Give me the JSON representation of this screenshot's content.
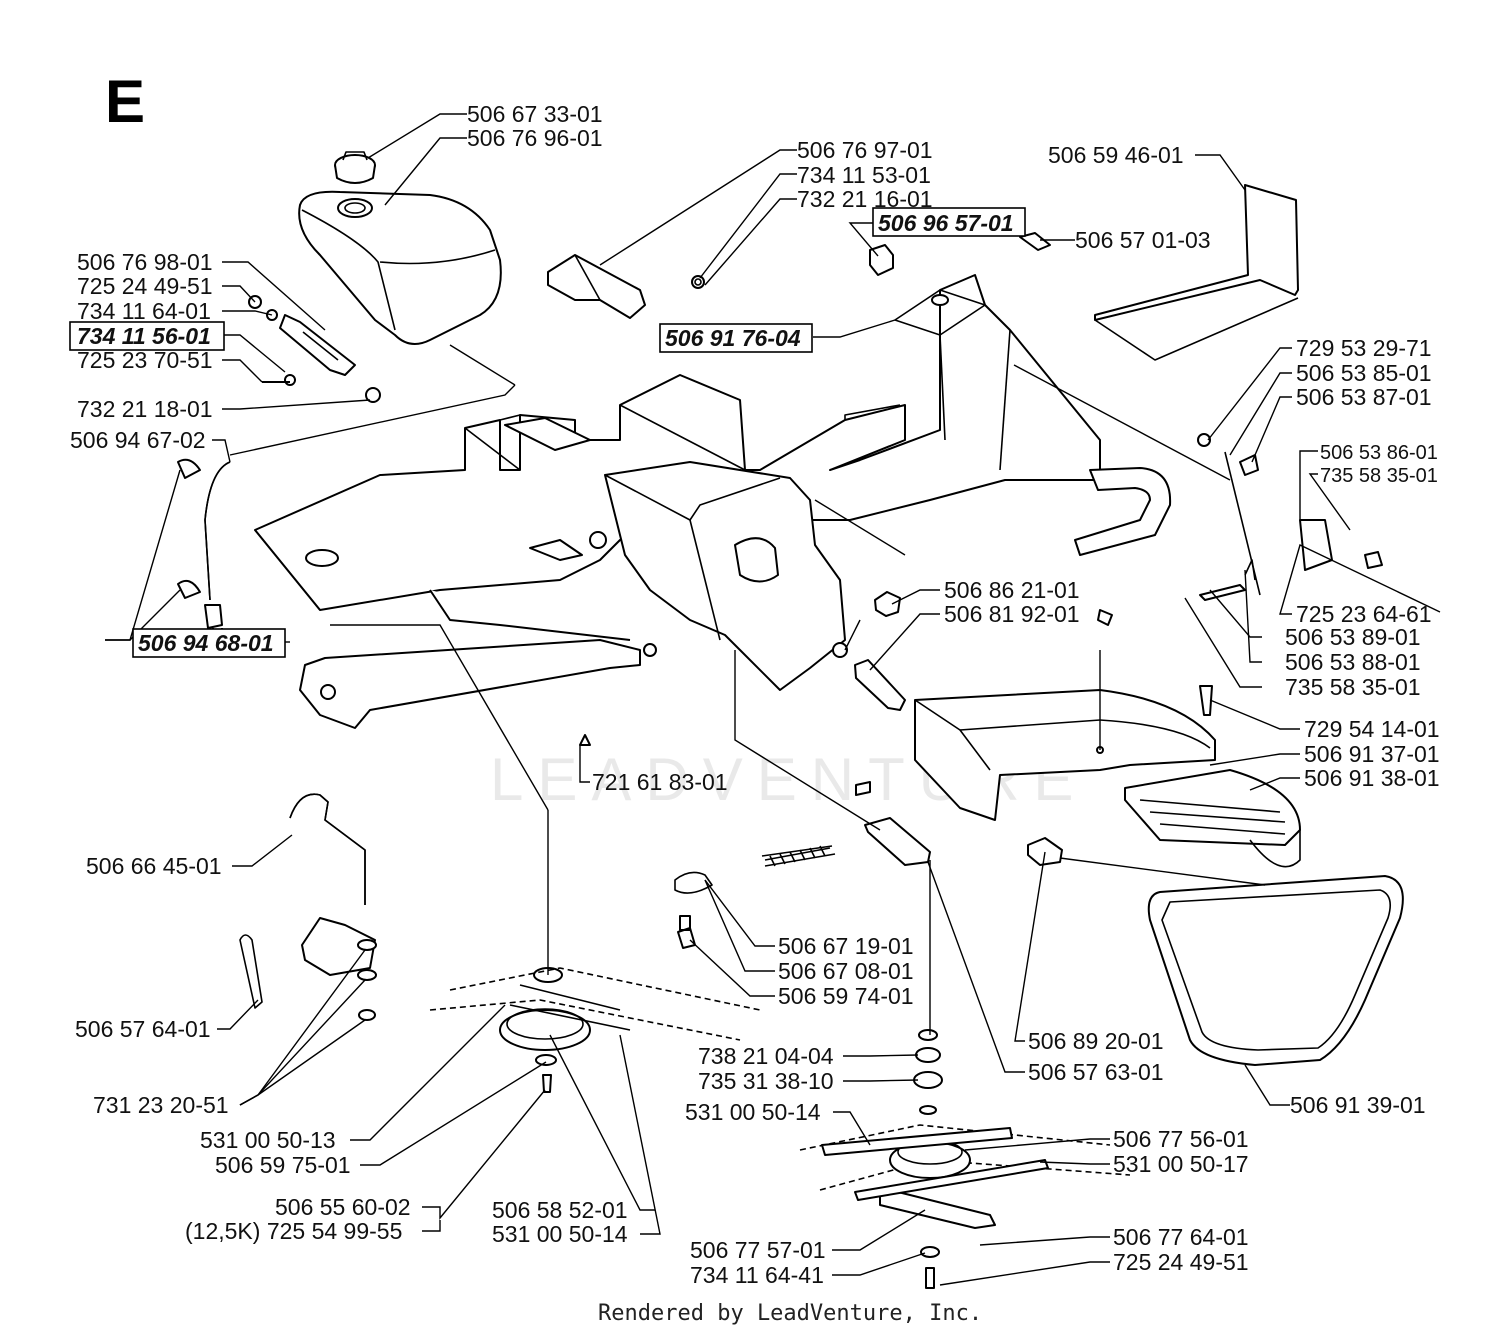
{
  "section_letter": "E",
  "footer": "Rendered by LeadVenture, Inc.",
  "watermark": "LEADVENTURE",
  "labels": [
    {
      "id": "l1",
      "text": "506 67 33-01",
      "boxed": false
    },
    {
      "id": "l2",
      "text": "506 76 96-01",
      "boxed": false
    },
    {
      "id": "l3",
      "text": "506 76 97-01",
      "boxed": false
    },
    {
      "id": "l4",
      "text": "734 11 53-01",
      "boxed": false
    },
    {
      "id": "l5",
      "text": "732 21 16-01",
      "boxed": false
    },
    {
      "id": "l6",
      "text": "506 96 57-01",
      "boxed": true
    },
    {
      "id": "l7",
      "text": "506 59 46-01",
      "boxed": false
    },
    {
      "id": "l8",
      "text": "506 57 01-03",
      "boxed": false
    },
    {
      "id": "l9",
      "text": "506 76 98-01",
      "boxed": false
    },
    {
      "id": "l10",
      "text": "725 24 49-51",
      "boxed": false
    },
    {
      "id": "l11",
      "text": "734 11 64-01",
      "boxed": false
    },
    {
      "id": "l12",
      "text": "734 11 56-01",
      "boxed": true
    },
    {
      "id": "l13",
      "text": "725 23 70-51",
      "boxed": false
    },
    {
      "id": "l14",
      "text": "506 91 76-04",
      "boxed": true
    },
    {
      "id": "l15",
      "text": "732 21 18-01",
      "boxed": false
    },
    {
      "id": "l16",
      "text": "506 94 67-02",
      "boxed": false
    },
    {
      "id": "l17",
      "text": "729 53 29-71",
      "boxed": false
    },
    {
      "id": "l18",
      "text": "506 53 85-01",
      "boxed": false
    },
    {
      "id": "l19",
      "text": "506 53 87-01",
      "boxed": false
    },
    {
      "id": "l20",
      "text": "506 53 86-01",
      "boxed": false
    },
    {
      "id": "l21",
      "text": "735 58 35-01",
      "boxed": false
    },
    {
      "id": "l22",
      "text": "506 86 21-01",
      "boxed": false
    },
    {
      "id": "l23",
      "text": "506 81 92-01",
      "boxed": false
    },
    {
      "id": "l24",
      "text": "725 23 64-61",
      "boxed": false
    },
    {
      "id": "l25",
      "text": "506 53 89-01",
      "boxed": false
    },
    {
      "id": "l26",
      "text": "506 53 88-01",
      "boxed": false
    },
    {
      "id": "l27",
      "text": "735 58 35-01",
      "boxed": false
    },
    {
      "id": "l28",
      "text": "506 94 68-01",
      "boxed": true
    },
    {
      "id": "l29",
      "text": "729 54 14-01",
      "boxed": false
    },
    {
      "id": "l30",
      "text": "506 91 37-01",
      "boxed": false
    },
    {
      "id": "l31",
      "text": "506 91 38-01",
      "boxed": false
    },
    {
      "id": "l32",
      "text": "721 61 83-01",
      "boxed": false
    },
    {
      "id": "l33",
      "text": "506 66 45-01",
      "boxed": false
    },
    {
      "id": "l34",
      "text": "506 67 19-01",
      "boxed": false
    },
    {
      "id": "l35",
      "text": "506 67 08-01",
      "boxed": false
    },
    {
      "id": "l36",
      "text": "506 59 74-01",
      "boxed": false
    },
    {
      "id": "l37",
      "text": "506 57 64-01",
      "boxed": false
    },
    {
      "id": "l38",
      "text": "506 89 20-01",
      "boxed": false
    },
    {
      "id": "l39",
      "text": "738 21 04-04",
      "boxed": false
    },
    {
      "id": "l40",
      "text": "506 57 63-01",
      "boxed": false
    },
    {
      "id": "l41",
      "text": "735 31 38-10",
      "boxed": false
    },
    {
      "id": "l42",
      "text": "731 23 20-51",
      "boxed": false
    },
    {
      "id": "l43",
      "text": "506 91 39-01",
      "boxed": false
    },
    {
      "id": "l44",
      "text": "531 00 50-14",
      "boxed": false
    },
    {
      "id": "l45",
      "text": "531 00 50-13",
      "boxed": false
    },
    {
      "id": "l46",
      "text": "506 77 56-01",
      "boxed": false
    },
    {
      "id": "l47",
      "text": "506 59 75-01",
      "boxed": false
    },
    {
      "id": "l48",
      "text": "531 00 50-17",
      "boxed": false
    },
    {
      "id": "l49",
      "text": "506 55 60-02",
      "boxed": false
    },
    {
      "id": "l50",
      "text": "506 58 52-01",
      "boxed": false
    },
    {
      "id": "l51",
      "text": "(12,5K) 725 54 99-55",
      "boxed": false
    },
    {
      "id": "l52",
      "text": "531 00 50-14",
      "boxed": false
    },
    {
      "id": "l53",
      "text": "506 77 64-01",
      "boxed": false
    },
    {
      "id": "l54",
      "text": "506 77 57-01",
      "boxed": false
    },
    {
      "id": "l55",
      "text": "725 24 49-51",
      "boxed": false
    },
    {
      "id": "l56",
      "text": "734 11 64-41",
      "boxed": false
    }
  ]
}
